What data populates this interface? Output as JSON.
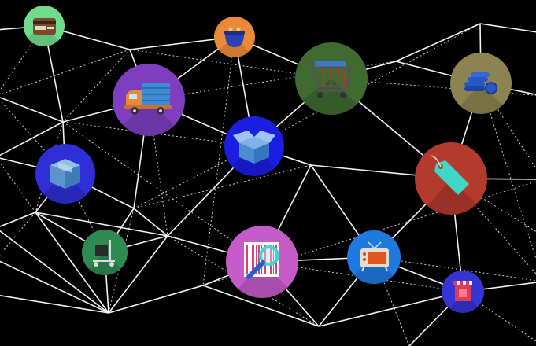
{
  "colors": {
    "background": "#000000",
    "solid_line": "#f2f2f2",
    "dotted_line": "#cfcfcf"
  },
  "nodes": [
    {
      "id": "wallet",
      "icon": "wallet-icon",
      "color": "#6fdc8c"
    },
    {
      "id": "coin-purse",
      "icon": "coin-purse-icon",
      "color": "#e98a3a"
    },
    {
      "id": "delivery-truck",
      "icon": "delivery-truck-icon",
      "color": "#7d3fc0"
    },
    {
      "id": "shopping-cart",
      "icon": "shopping-cart-icon",
      "color": "#3f6b31"
    },
    {
      "id": "coins",
      "icon": "coins-icon",
      "color": "#8c8450"
    },
    {
      "id": "package-box",
      "icon": "package-box-icon",
      "color": "#2e2fd6"
    },
    {
      "id": "open-box",
      "icon": "open-box-icon",
      "color": "#1a1ee0"
    },
    {
      "id": "price-tag",
      "icon": "price-tag-icon",
      "color": "#b43a2e"
    },
    {
      "id": "hand-trolley",
      "icon": "hand-trolley-icon",
      "color": "#2f8a52"
    },
    {
      "id": "barcode-search",
      "icon": "barcode-search-icon",
      "color": "#c45bc9"
    },
    {
      "id": "television",
      "icon": "television-icon",
      "color": "#1f7ae0"
    },
    {
      "id": "storefront",
      "icon": "storefront-icon",
      "color": "#3435d2"
    }
  ]
}
